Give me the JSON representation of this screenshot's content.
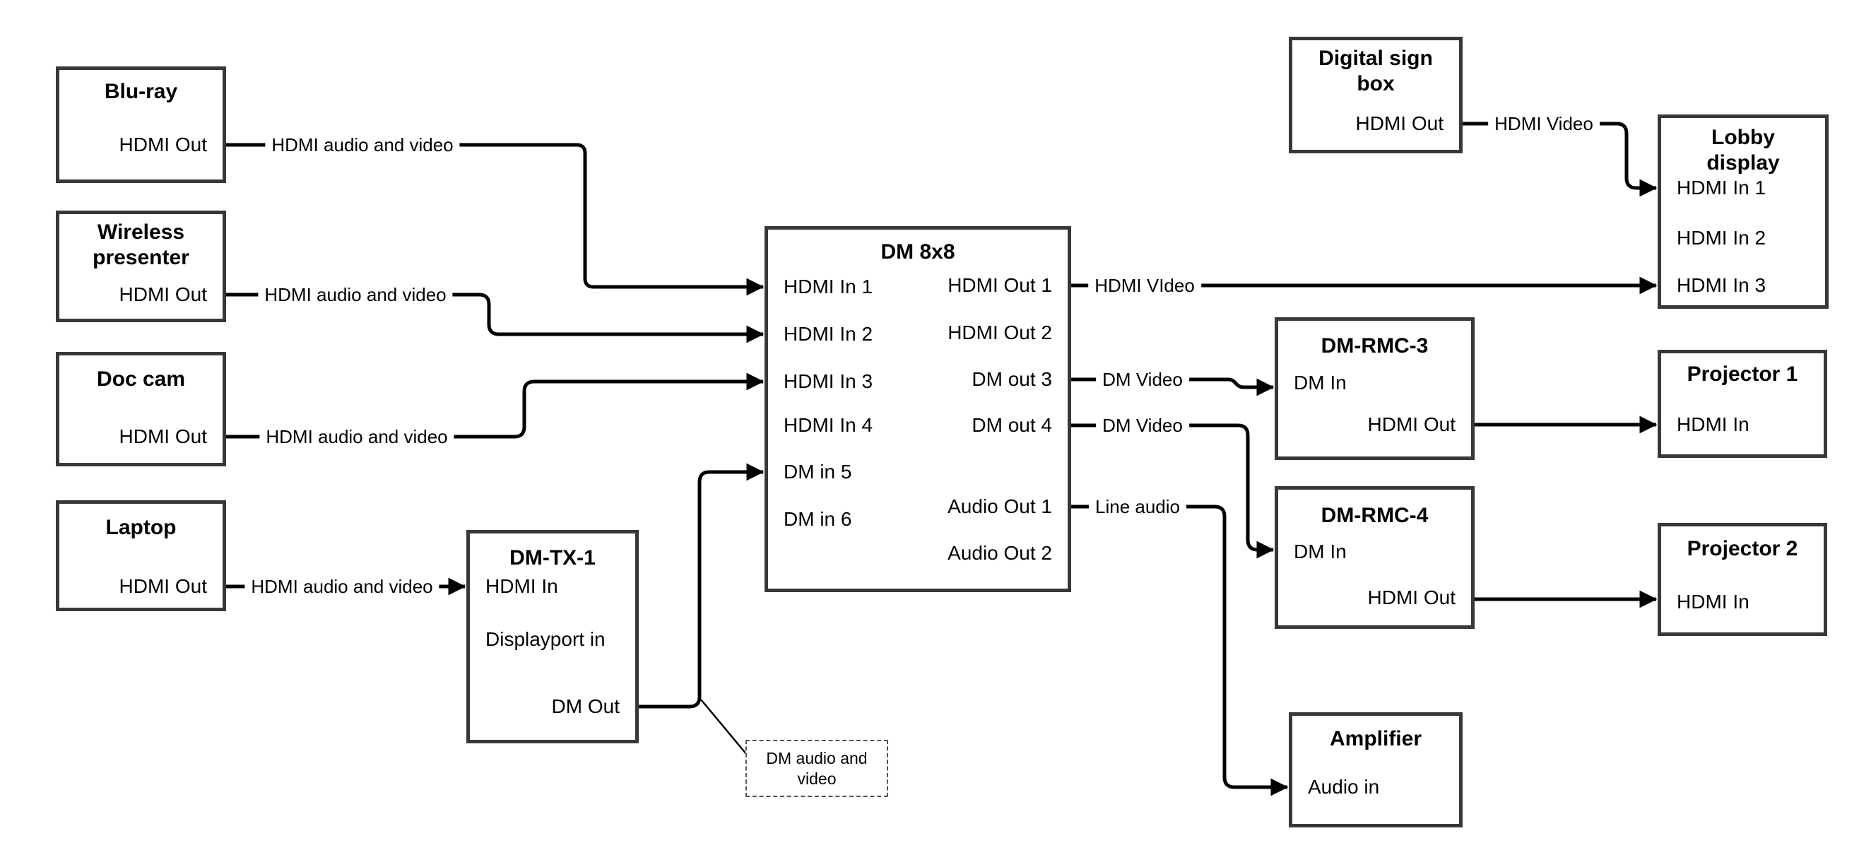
{
  "colors": {
    "background": "#ffffff",
    "wire": "#000000",
    "box_border": "#383838",
    "text": "#000000"
  },
  "nodes": {
    "bluray": {
      "title": "Blu-ray",
      "hdmi_out": "HDMI Out"
    },
    "wireless_presenter": {
      "title": "Wireless presenter",
      "hdmi_out": "HDMI Out"
    },
    "doc_cam": {
      "title": "Doc cam",
      "hdmi_out": "HDMI Out"
    },
    "laptop": {
      "title": "Laptop",
      "hdmi_out": "HDMI Out"
    },
    "dm_tx_1": {
      "title": "DM-TX-1",
      "hdmi_in": "HDMI In",
      "displayport_in": "Displayport in",
      "dm_out": "DM Out"
    },
    "dm_8x8": {
      "title": "DM 8x8",
      "hdmi_in_1": "HDMI In 1",
      "hdmi_in_2": "HDMI In 2",
      "hdmi_in_3": "HDMI In 3",
      "hdmi_in_4": "HDMI In 4",
      "dm_in_5": "DM in 5",
      "dm_in_6": "DM in 6",
      "hdmi_out_1": "HDMI Out 1",
      "hdmi_out_2": "HDMI Out 2",
      "dm_out_3": "DM out 3",
      "dm_out_4": "DM out 4",
      "audio_out_1": "Audio Out 1",
      "audio_out_2": "Audio Out 2"
    },
    "digital_sign_box": {
      "title": "Digital sign box",
      "hdmi_out": "HDMI Out"
    },
    "lobby_display": {
      "title": "Lobby display",
      "hdmi_in_1": "HDMI In 1",
      "hdmi_in_2": "HDMI In 2",
      "hdmi_in_3": "HDMI In 3"
    },
    "dm_rmc_3": {
      "title": "DM-RMC-3",
      "dm_in": "DM In",
      "hdmi_out": "HDMI Out"
    },
    "projector_1": {
      "title": "Projector 1",
      "hdmi_in": "HDMI In"
    },
    "dm_rmc_4": {
      "title": "DM-RMC-4",
      "dm_in": "DM In",
      "hdmi_out": "HDMI Out"
    },
    "projector_2": {
      "title": "Projector 2",
      "hdmi_in": "HDMI In"
    },
    "amplifier": {
      "title": "Amplifier",
      "audio_in": "Audio in"
    }
  },
  "edge_labels": {
    "bluray_to_dm": "HDMI audio and video",
    "wireless_to_dm": "HDMI audio and video",
    "doccam_to_dm": "HDMI audio and video",
    "laptop_to_tx": "HDMI audio and video",
    "out1_to_lobby": "HDMI VIdeo",
    "out3_to_rmc3": "DM Video",
    "out4_to_rmc4": "DM Video",
    "audio1_to_amp": "Line audio",
    "sign_to_lobby": "HDMI Video",
    "tx_callout": "DM audio and video"
  },
  "connections": [
    {
      "from": "Blu-ray / HDMI Out",
      "to": "DM 8x8 / HDMI In 1",
      "label": "HDMI audio and video"
    },
    {
      "from": "Wireless presenter / HDMI Out",
      "to": "DM 8x8 / HDMI In 2",
      "label": "HDMI audio and video"
    },
    {
      "from": "Doc cam / HDMI Out",
      "to": "DM 8x8 / HDMI In 3",
      "label": "HDMI audio and video"
    },
    {
      "from": "Laptop / HDMI Out",
      "to": "DM-TX-1 / HDMI In",
      "label": "HDMI audio and video"
    },
    {
      "from": "DM-TX-1 / DM Out",
      "to": "DM 8x8 / DM in 5",
      "label": "DM audio and video (callout note)"
    },
    {
      "from": "DM 8x8 / HDMI Out 1",
      "to": "Lobby display / HDMI In 3",
      "label": "HDMI VIdeo"
    },
    {
      "from": "DM 8x8 / DM out 3",
      "to": "DM-RMC-3 / DM In",
      "label": "DM Video"
    },
    {
      "from": "DM 8x8 / DM out 4",
      "to": "DM-RMC-4 / DM In",
      "label": "DM Video"
    },
    {
      "from": "DM 8x8 / Audio Out 1",
      "to": "Amplifier / Audio in",
      "label": "Line audio"
    },
    {
      "from": "Digital sign box / HDMI Out",
      "to": "Lobby display / HDMI In 1",
      "label": "HDMI Video"
    },
    {
      "from": "DM-RMC-3 / HDMI Out",
      "to": "Projector 1 / HDMI In",
      "label": ""
    },
    {
      "from": "DM-RMC-4 / HDMI Out",
      "to": "Projector 2 / HDMI In",
      "label": ""
    }
  ]
}
